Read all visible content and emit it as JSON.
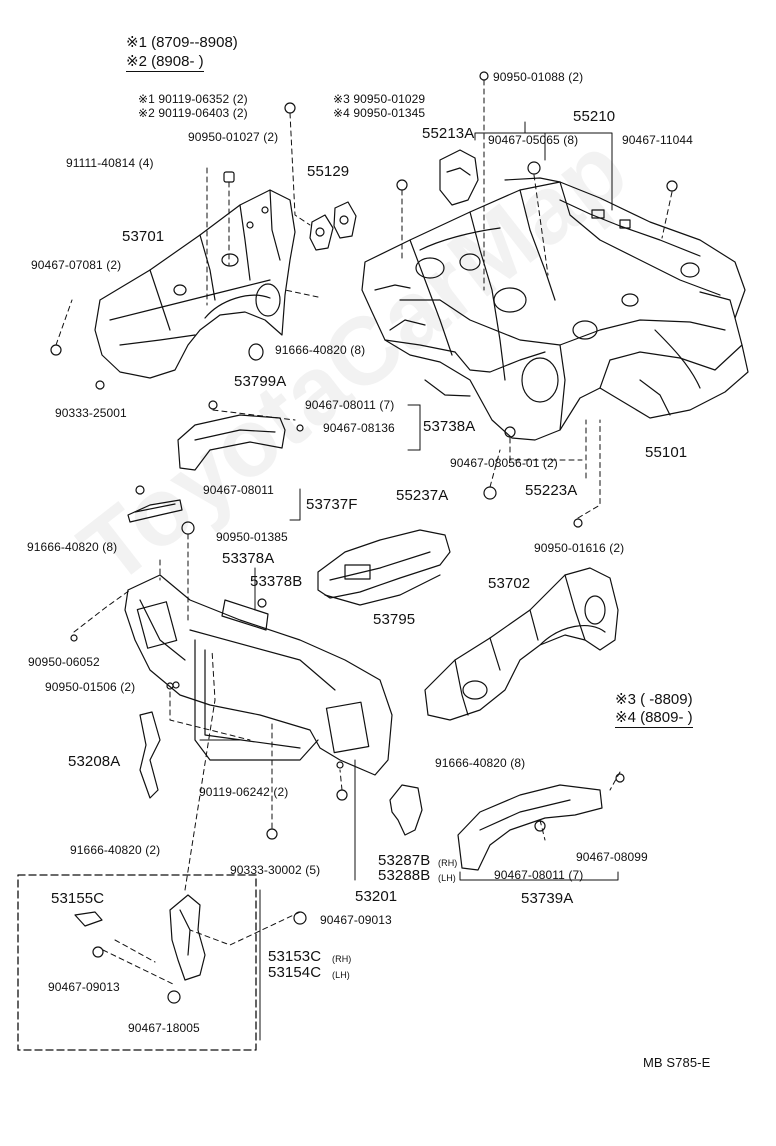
{
  "legend_top": {
    "note1": "※1 (8709--8908)",
    "note2": "※2 (8908-          )"
  },
  "legend_mid": {
    "note3": "※3 (        -8809)",
    "note4": "※4 (8809-          )"
  },
  "footer_code": "MB  S785-E",
  "watermark": "ToyotaCarMap",
  "labels": {
    "l90950_01088": "90950-01088 (2)",
    "l90119_06352": "※1 90119-06352 (2)",
    "l90119_06403": "※2 90119-06403 (2)",
    "l90950_01029": "※3 90950-01029",
    "l90950_01345": "※4 90950-01345",
    "l55210": "55210",
    "l55213A": "55213A",
    "l90467_05065": "90467-05065 (8)",
    "l90467_11044": "90467-11044",
    "l90950_01027": "90950-01027 (2)",
    "l91111_40814": "91111-40814 (4)",
    "l55129": "55129",
    "l53701": "53701",
    "l90467_07081": "90467-07081 (2)",
    "l91666_40820_a": "91666-40820 (8)",
    "l53799A": "53799A",
    "l90333_25001": "90333-25001",
    "l90467_08011_a": "90467-08011 (7)",
    "l90467_08136": "90467-08136",
    "l53738A": "53738A",
    "l90467_08056": "90467-08056-01 (2)",
    "l55101": "55101",
    "l55237A": "55237A",
    "l55223A": "55223A",
    "l90467_08011_b": "90467-08011",
    "l53737F": "53737F",
    "l90950_01616": "90950-01616 (2)",
    "l91666_40820_b": "91666-40820 (8)",
    "l90950_01385": "90950-01385",
    "l53378A": "53378A",
    "l53378B": "53378B",
    "l53795": "53795",
    "l53702": "53702",
    "l90950_06052": "90950-06052",
    "l90950_01506": "90950-01506 (2)",
    "l53208A": "53208A",
    "l91666_40820_c": "91666-40820 (8)",
    "l90119_06242": "90119-06242 (2)",
    "l91666_40820_d": "91666-40820 (2)",
    "l53287B": "53287B",
    "l53287B_rh": "(RH)",
    "l53288B": "53288B",
    "l53288B_lh": "(LH)",
    "l90467_08099": "90467-08099",
    "l90467_08011_c": "90467-08011 (7)",
    "l90333_30002": "90333-30002 (5)",
    "l53201": "53201",
    "l53739A": "53739A",
    "l53155C": "53155C",
    "l90467_09013_a": "90467-09013",
    "l53153C": "53153C",
    "l53153C_rh": "(RH)",
    "l53154C": "53154C",
    "l53154C_lh": "(LH)",
    "l90467_09013_b": "90467-09013",
    "l90467_18005": "90467-18005"
  }
}
